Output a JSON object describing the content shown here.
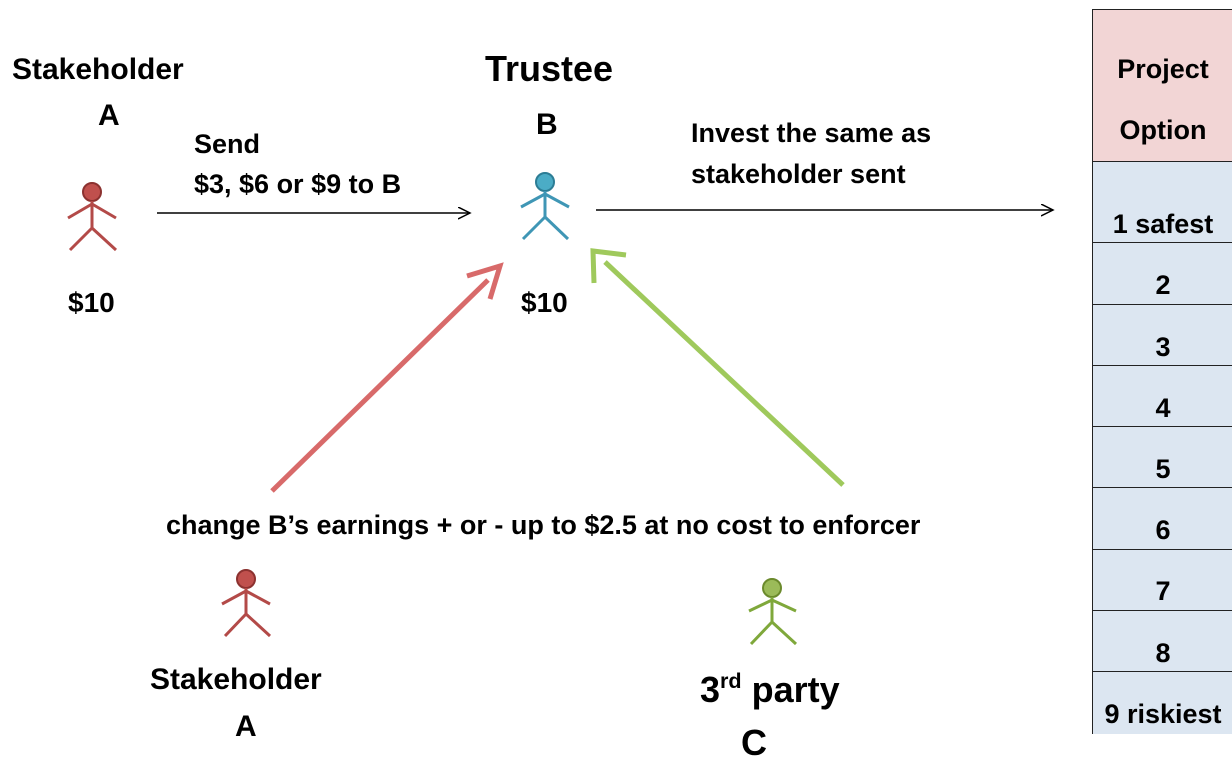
{
  "stakeholder_top": {
    "title": "Stakeholder",
    "letter": "A",
    "money": "$10"
  },
  "trustee": {
    "title": "Trustee",
    "letter": "B",
    "money": "$10"
  },
  "send_arrow": {
    "line1": "Send",
    "line2": "$3, $6 or $9  to B"
  },
  "invest_arrow": {
    "line1": "Invest  the same as",
    "line2": "stakeholder sent"
  },
  "enforce_text": "change B’s earnings + or -  up to $2.5 at no cost to enforcer",
  "stakeholder_bottom": {
    "title": "Stakeholder",
    "letter": "A"
  },
  "third_party": {
    "ordinal": "3",
    "suffix": "rd",
    "word": "party",
    "letter": "C"
  },
  "table": {
    "header_line1": "Project",
    "header_line2": "Option",
    "rows": [
      "1 safest",
      "2",
      "3",
      "4",
      "5",
      "6",
      "7",
      "8",
      "9 riskiest"
    ]
  },
  "colors": {
    "stakeholder": "#b34a48",
    "trustee": "#3f96b5",
    "third_party": "#7fa83b",
    "red_arrow": "#d86a6a",
    "green_arrow": "#9fc95c",
    "table_header": "#f2d5d5",
    "table_row": "#dce6f1"
  }
}
